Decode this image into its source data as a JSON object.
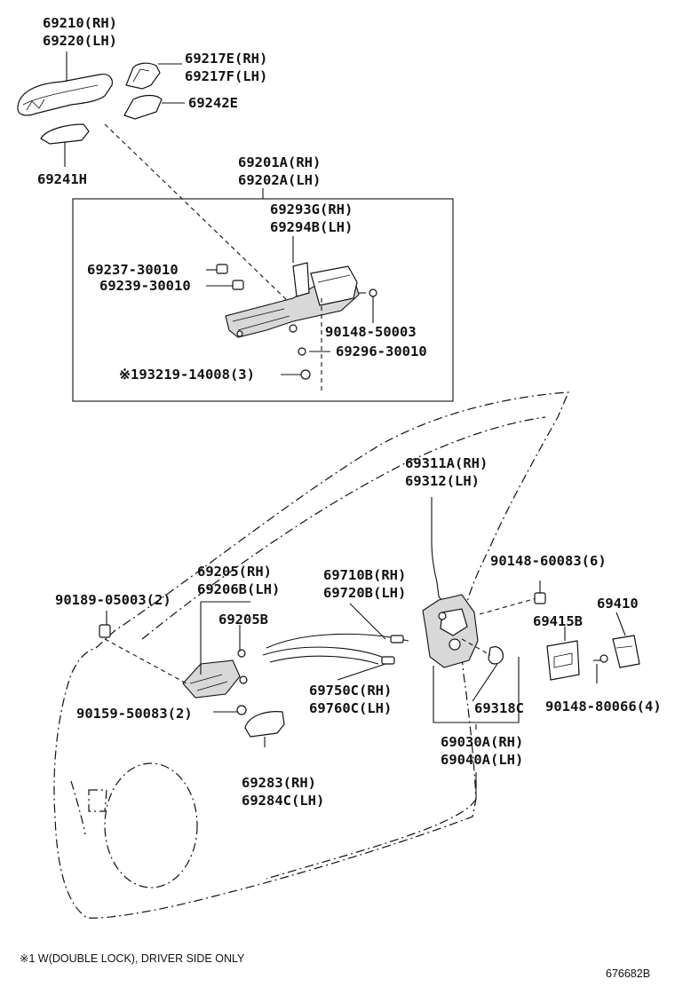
{
  "labels": {
    "l_69210": "69210(RH)",
    "l_69220": "69220(LH)",
    "l_69217e": "69217E(RH)",
    "l_69217f": "69217F(LH)",
    "l_69242e": "69242E",
    "l_69241h": "69241H",
    "l_69201a": "69201A(RH)",
    "l_69202a": "69202A(LH)",
    "l_69293g": "69293G(RH)",
    "l_69294b": "69294B(LH)",
    "l_69237": "69237-30010",
    "l_69239": "69239-30010",
    "l_90148_50003": "90148-50003",
    "l_69296": "69296-30010",
    "l_93219": "※193219-14008(3)",
    "l_69311a": "69311A(RH)",
    "l_69312": "69312(LH)",
    "l_90148_60083": "90148-60083(6)",
    "l_69205": "69205(RH)",
    "l_69206b": "69206B(LH)",
    "l_69205b": "69205B",
    "l_69710b": "69710B(RH)",
    "l_69720b": "69720B(LH)",
    "l_69410": "69410",
    "l_69415b": "69415B",
    "l_90189": "90189-05003(2)",
    "l_90159": "90159-50083(2)",
    "l_69750c": "69750C(RH)",
    "l_69760c": "69760C(LH)",
    "l_69318c": "69318C",
    "l_90148_80066": "90148-80066(4)",
    "l_69030a": "69030A(RH)",
    "l_69040a": "69040A(LH)",
    "l_69283": "69283(RH)",
    "l_69284c": "69284C(LH)"
  },
  "footnote": "※1 W(DOUBLE LOCK), DRIVER SIDE ONLY",
  "figure_number": "676682B"
}
